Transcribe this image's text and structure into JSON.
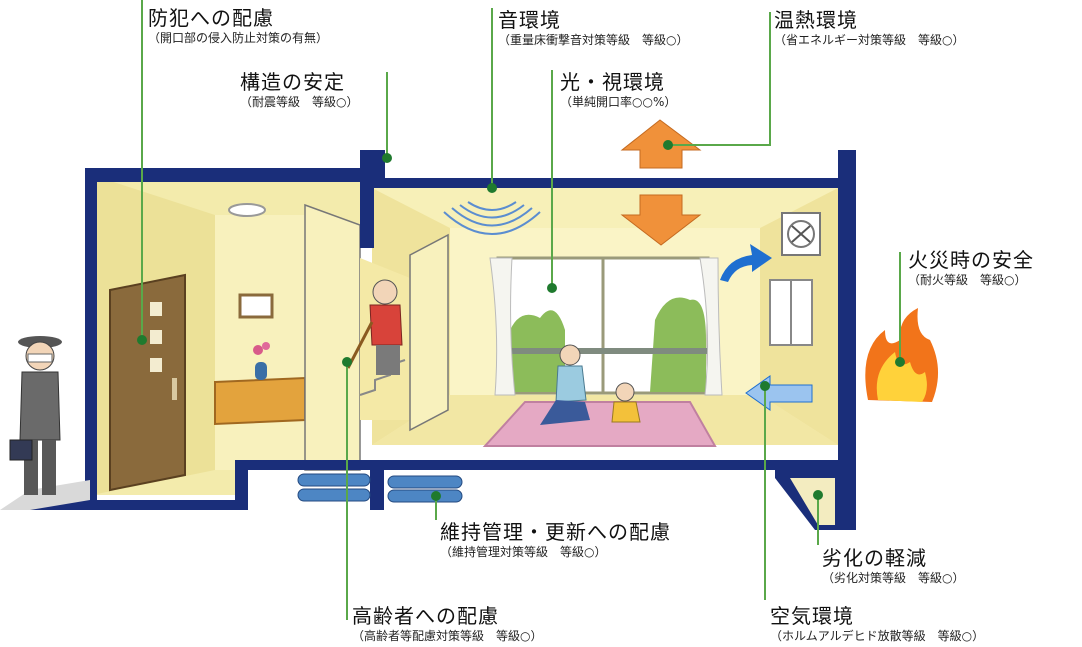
{
  "labels": {
    "crime": {
      "title": "防犯への配慮",
      "sub": "（開口部の侵入防止対策の有無）"
    },
    "structure": {
      "title": "構造の安定",
      "sub": "（耐震等級　等級○）"
    },
    "sound": {
      "title": "音環境",
      "sub": "（重量床衝撃音対策等級　等級○）"
    },
    "light": {
      "title": "光・視環境",
      "sub": "（単純開口率○○%）"
    },
    "thermal": {
      "title": "温熱環境",
      "sub": "（省エネルギー対策等級　等級○）"
    },
    "fire": {
      "title": "火災時の安全",
      "sub": "（耐火等級　等級○）"
    },
    "maintenance": {
      "title": "維持管理・更新への配慮",
      "sub": "（維持管理対策等級　等級○）"
    },
    "aging": {
      "title": "劣化の軽減",
      "sub": "（劣化対策等級　等級○）"
    },
    "elderly": {
      "title": "高齢者への配慮",
      "sub": "（高齢者等配慮対策等級　等級○）"
    },
    "air": {
      "title": "空気環境",
      "sub": "（ホルムアルデヒド放散等級　等級○）"
    }
  },
  "colors": {
    "frame": "#1a2e7a",
    "wall": "#f6efb4",
    "leader": "#5aa84a",
    "dot": "#1f7a2e",
    "arrow_orange": "#f0913a",
    "arrow_blue": "#1f6fd0"
  }
}
